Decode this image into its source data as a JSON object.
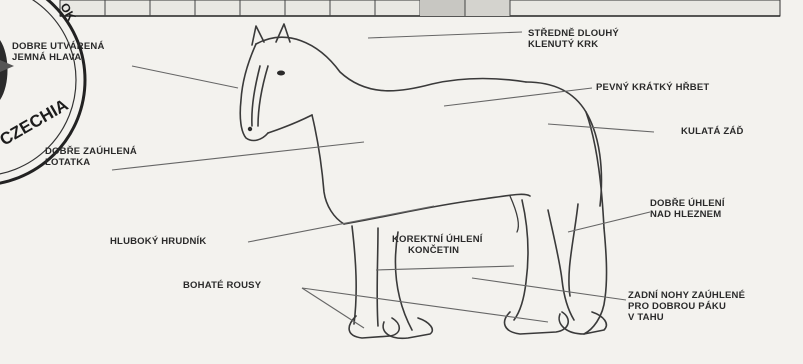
{
  "seal": {
    "text": "CZECHIA",
    "top_fragment": "OK"
  },
  "labels": {
    "head": [
      "DOBRE UTVÁRENÁ",
      "JEMNÁ HLAVA"
    ],
    "neck": [
      "STŘEDNĚ DLOUHÝ",
      "KLENUTÝ KRK"
    ],
    "back": "PEVNÝ KRÁTKÝ HŘBET",
    "croup": "KULATÁ ZÁĎ",
    "shoulder": [
      "DOBŘE ZAÚHLENÁ",
      "LOTATKA"
    ],
    "hock": [
      "DOBŘE ÚHLENÍ",
      "NAD HLEZNEM"
    ],
    "chest": "HLUBOKÝ HRUDNÍK",
    "legs": [
      "KOREKTNÍ ÚHLENÍ",
      "KONČETIN"
    ],
    "feathering": "BOHATÉ ROUSY",
    "hindlegs": [
      "ZADNÍ NOHY ZAÚHLENÉ",
      "PRO DOBROU PÁKU",
      "V TAHU"
    ]
  }
}
